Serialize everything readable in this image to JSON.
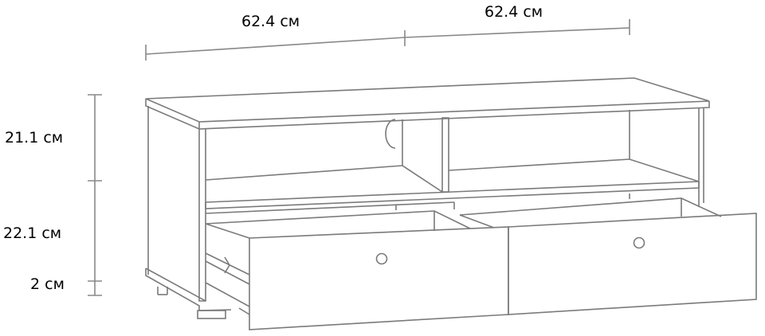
{
  "dimensions": {
    "width_left": "62.4 см",
    "width_right": "62.4 см",
    "height_upper": "21.1 см",
    "height_lower": "22.1 см",
    "height_base": "2 см"
  },
  "colors": {
    "line": "#7a7a7a",
    "text": "#000000"
  }
}
